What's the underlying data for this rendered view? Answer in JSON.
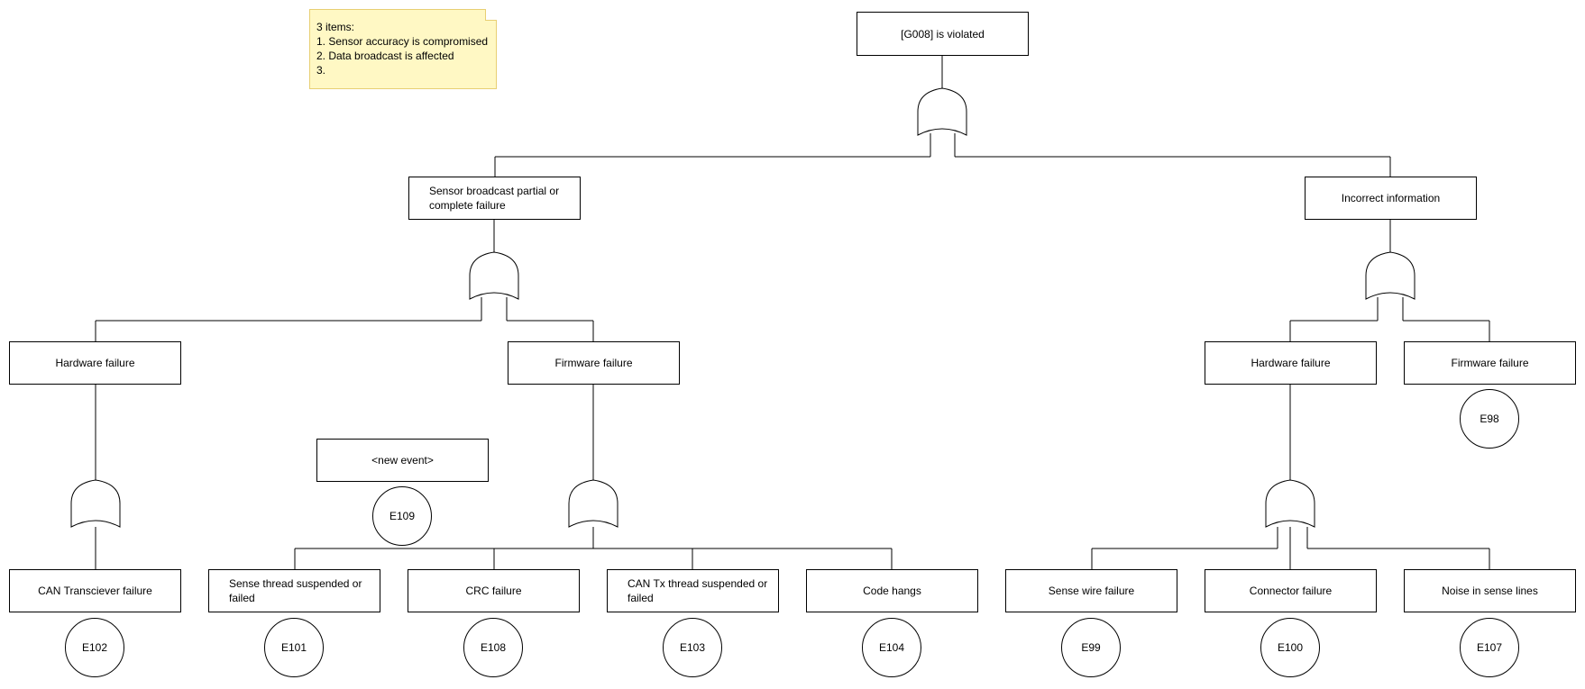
{
  "note": {
    "lines": [
      "3 items:",
      "1. Sensor accuracy is compromised",
      "2. Data broadcast is affected",
      "3."
    ]
  },
  "nodes": {
    "top": "[G008] is violated",
    "sensor_broadcast": "Sensor broadcast partial or complete failure",
    "incorrect_info": "Incorrect information",
    "hw_left": "Hardware failure",
    "fw_mid": "Firmware failure",
    "hw_right": "Hardware failure",
    "fw_right": "Firmware failure",
    "new_event": "<new event>",
    "can_transceiver": "CAN Transciever failure",
    "sense_thread": "Sense thread suspended or failed",
    "crc": "CRC failure",
    "can_tx": "CAN Tx thread suspended or failed",
    "code_hangs": "Code hangs",
    "sense_wire": "Sense wire failure",
    "connector": "Connector failure",
    "noise": "Noise in sense lines"
  },
  "events": {
    "e98": "E98",
    "e109": "E109",
    "e102": "E102",
    "e101": "E101",
    "e108": "E108",
    "e103": "E103",
    "e104": "E104",
    "e99": "E99",
    "e100": "E100",
    "e107": "E107"
  },
  "gates": [
    "OR",
    "OR",
    "OR",
    "OR",
    "OR",
    "OR"
  ]
}
